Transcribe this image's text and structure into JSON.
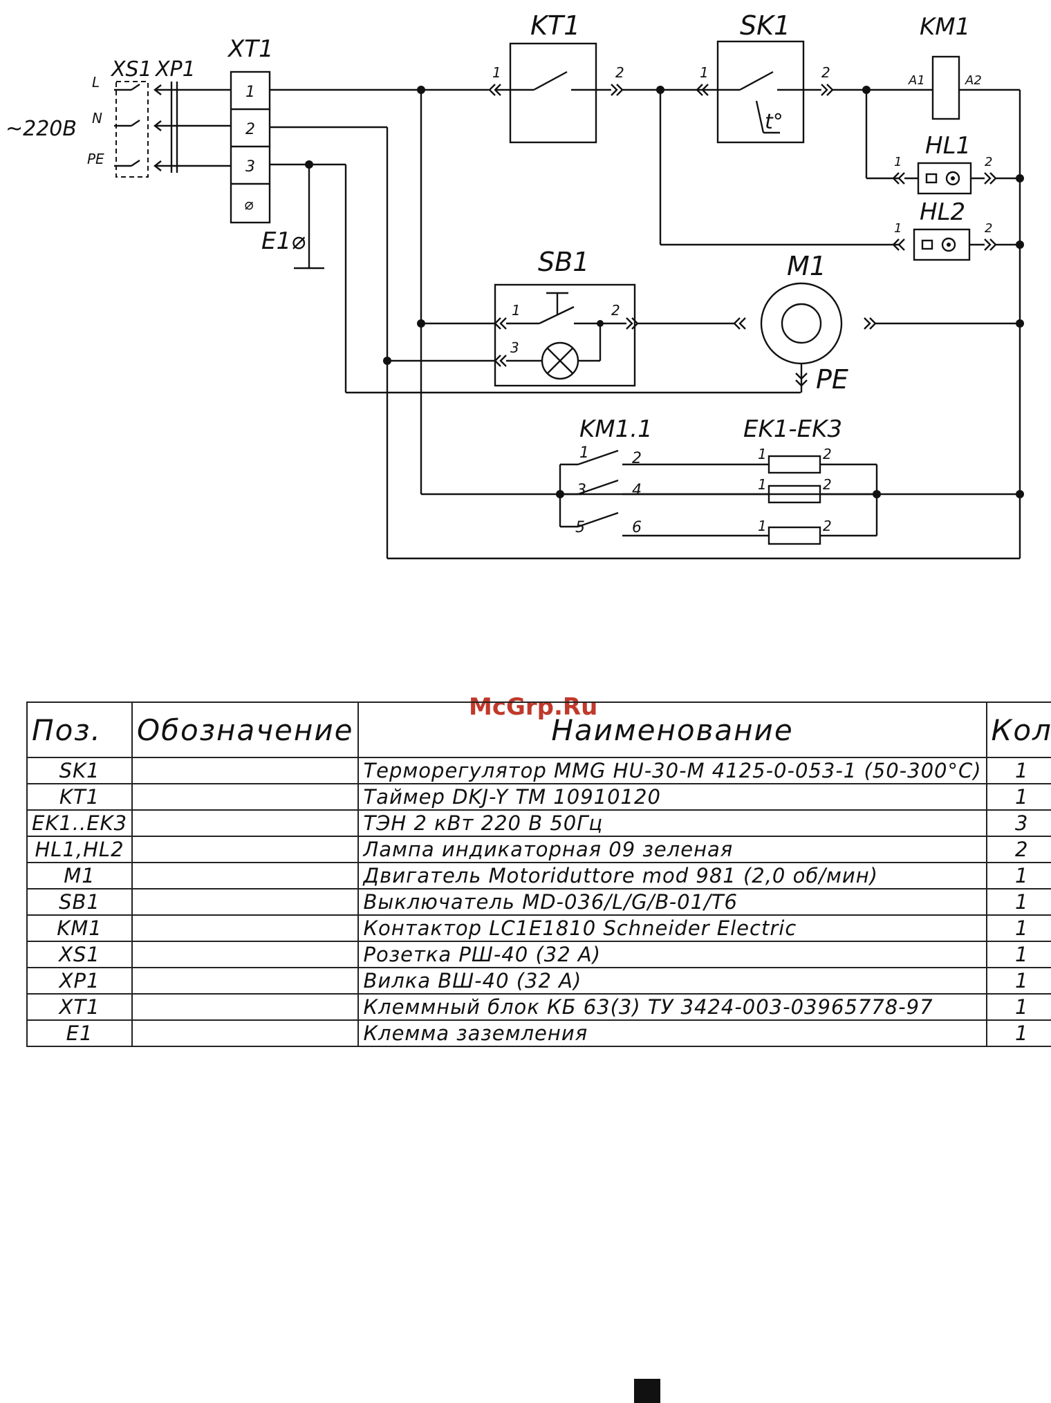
{
  "schematic": {
    "supply": "~220В",
    "phase_labels": [
      "L",
      "N",
      "PE"
    ],
    "connectors": [
      "XS1",
      "XP1"
    ],
    "terminal_block": {
      "name": "XT1",
      "terminals": [
        "1",
        "2",
        "3",
        "⌀"
      ]
    },
    "ground": "E1⌀",
    "components": {
      "kt1": "KT1",
      "sk1": "SK1",
      "sk1_symbol": "t°",
      "km1": "KM1",
      "km1_a1": "A1",
      "km1_a2": "A2",
      "hl1": "HL1",
      "hl2": "HL2",
      "sb1": "SB1",
      "m1": "M1",
      "m1_pe": "PE",
      "km1_1": "KM1.1",
      "ek": "EK1-EK3"
    },
    "pins": {
      "one": "1",
      "two": "2",
      "three": "3",
      "four": "4",
      "five": "5",
      "six": "6"
    }
  },
  "watermark": "McGrp.Ru",
  "spec_table": {
    "headers": {
      "pos": "Поз.",
      "designation": "Обозначение",
      "name": "Наименование",
      "qty": "Кол"
    },
    "rows": [
      {
        "pos": "SK1",
        "designation": "",
        "name": "Терморегулятор MMG HU-30-M  4125-0-053-1  (50-300°C)",
        "qty": "1"
      },
      {
        "pos": "KT1",
        "designation": "",
        "name": "Таймер DKJ-Y TM 10910120",
        "qty": "1"
      },
      {
        "pos": "EK1..EK3",
        "designation": "",
        "name": "ТЭН  2 кВт 220 В 50Гц",
        "qty": "3"
      },
      {
        "pos": "HL1,HL2",
        "designation": "",
        "name": "Лампа индикаторная 09 зеленая",
        "qty": "2"
      },
      {
        "pos": "M1",
        "designation": "",
        "name": "Двигатель Motoriduttore mod 981 (2,0 об/мин)",
        "qty": "1"
      },
      {
        "pos": "SB1",
        "designation": "",
        "name": "Выключатель MD-036/L/G/B-01/T6",
        "qty": "1"
      },
      {
        "pos": "KM1",
        "designation": "",
        "name": "Контактор LC1E1810 Schneider Electric",
        "qty": "1"
      },
      {
        "pos": "XS1",
        "designation": "",
        "name": "Розетка РШ-40 (32 А)",
        "qty": "1"
      },
      {
        "pos": "XP1",
        "designation": "",
        "name": "Вилка ВШ-40 (32 А)",
        "qty": "1"
      },
      {
        "pos": "XT1",
        "designation": "",
        "name": "Клеммный блок КБ 63(3) ТУ 3424-003-03965778-97",
        "qty": "1"
      },
      {
        "pos": "E1",
        "designation": "",
        "name": "Клемма заземления",
        "qty": "1"
      }
    ]
  }
}
